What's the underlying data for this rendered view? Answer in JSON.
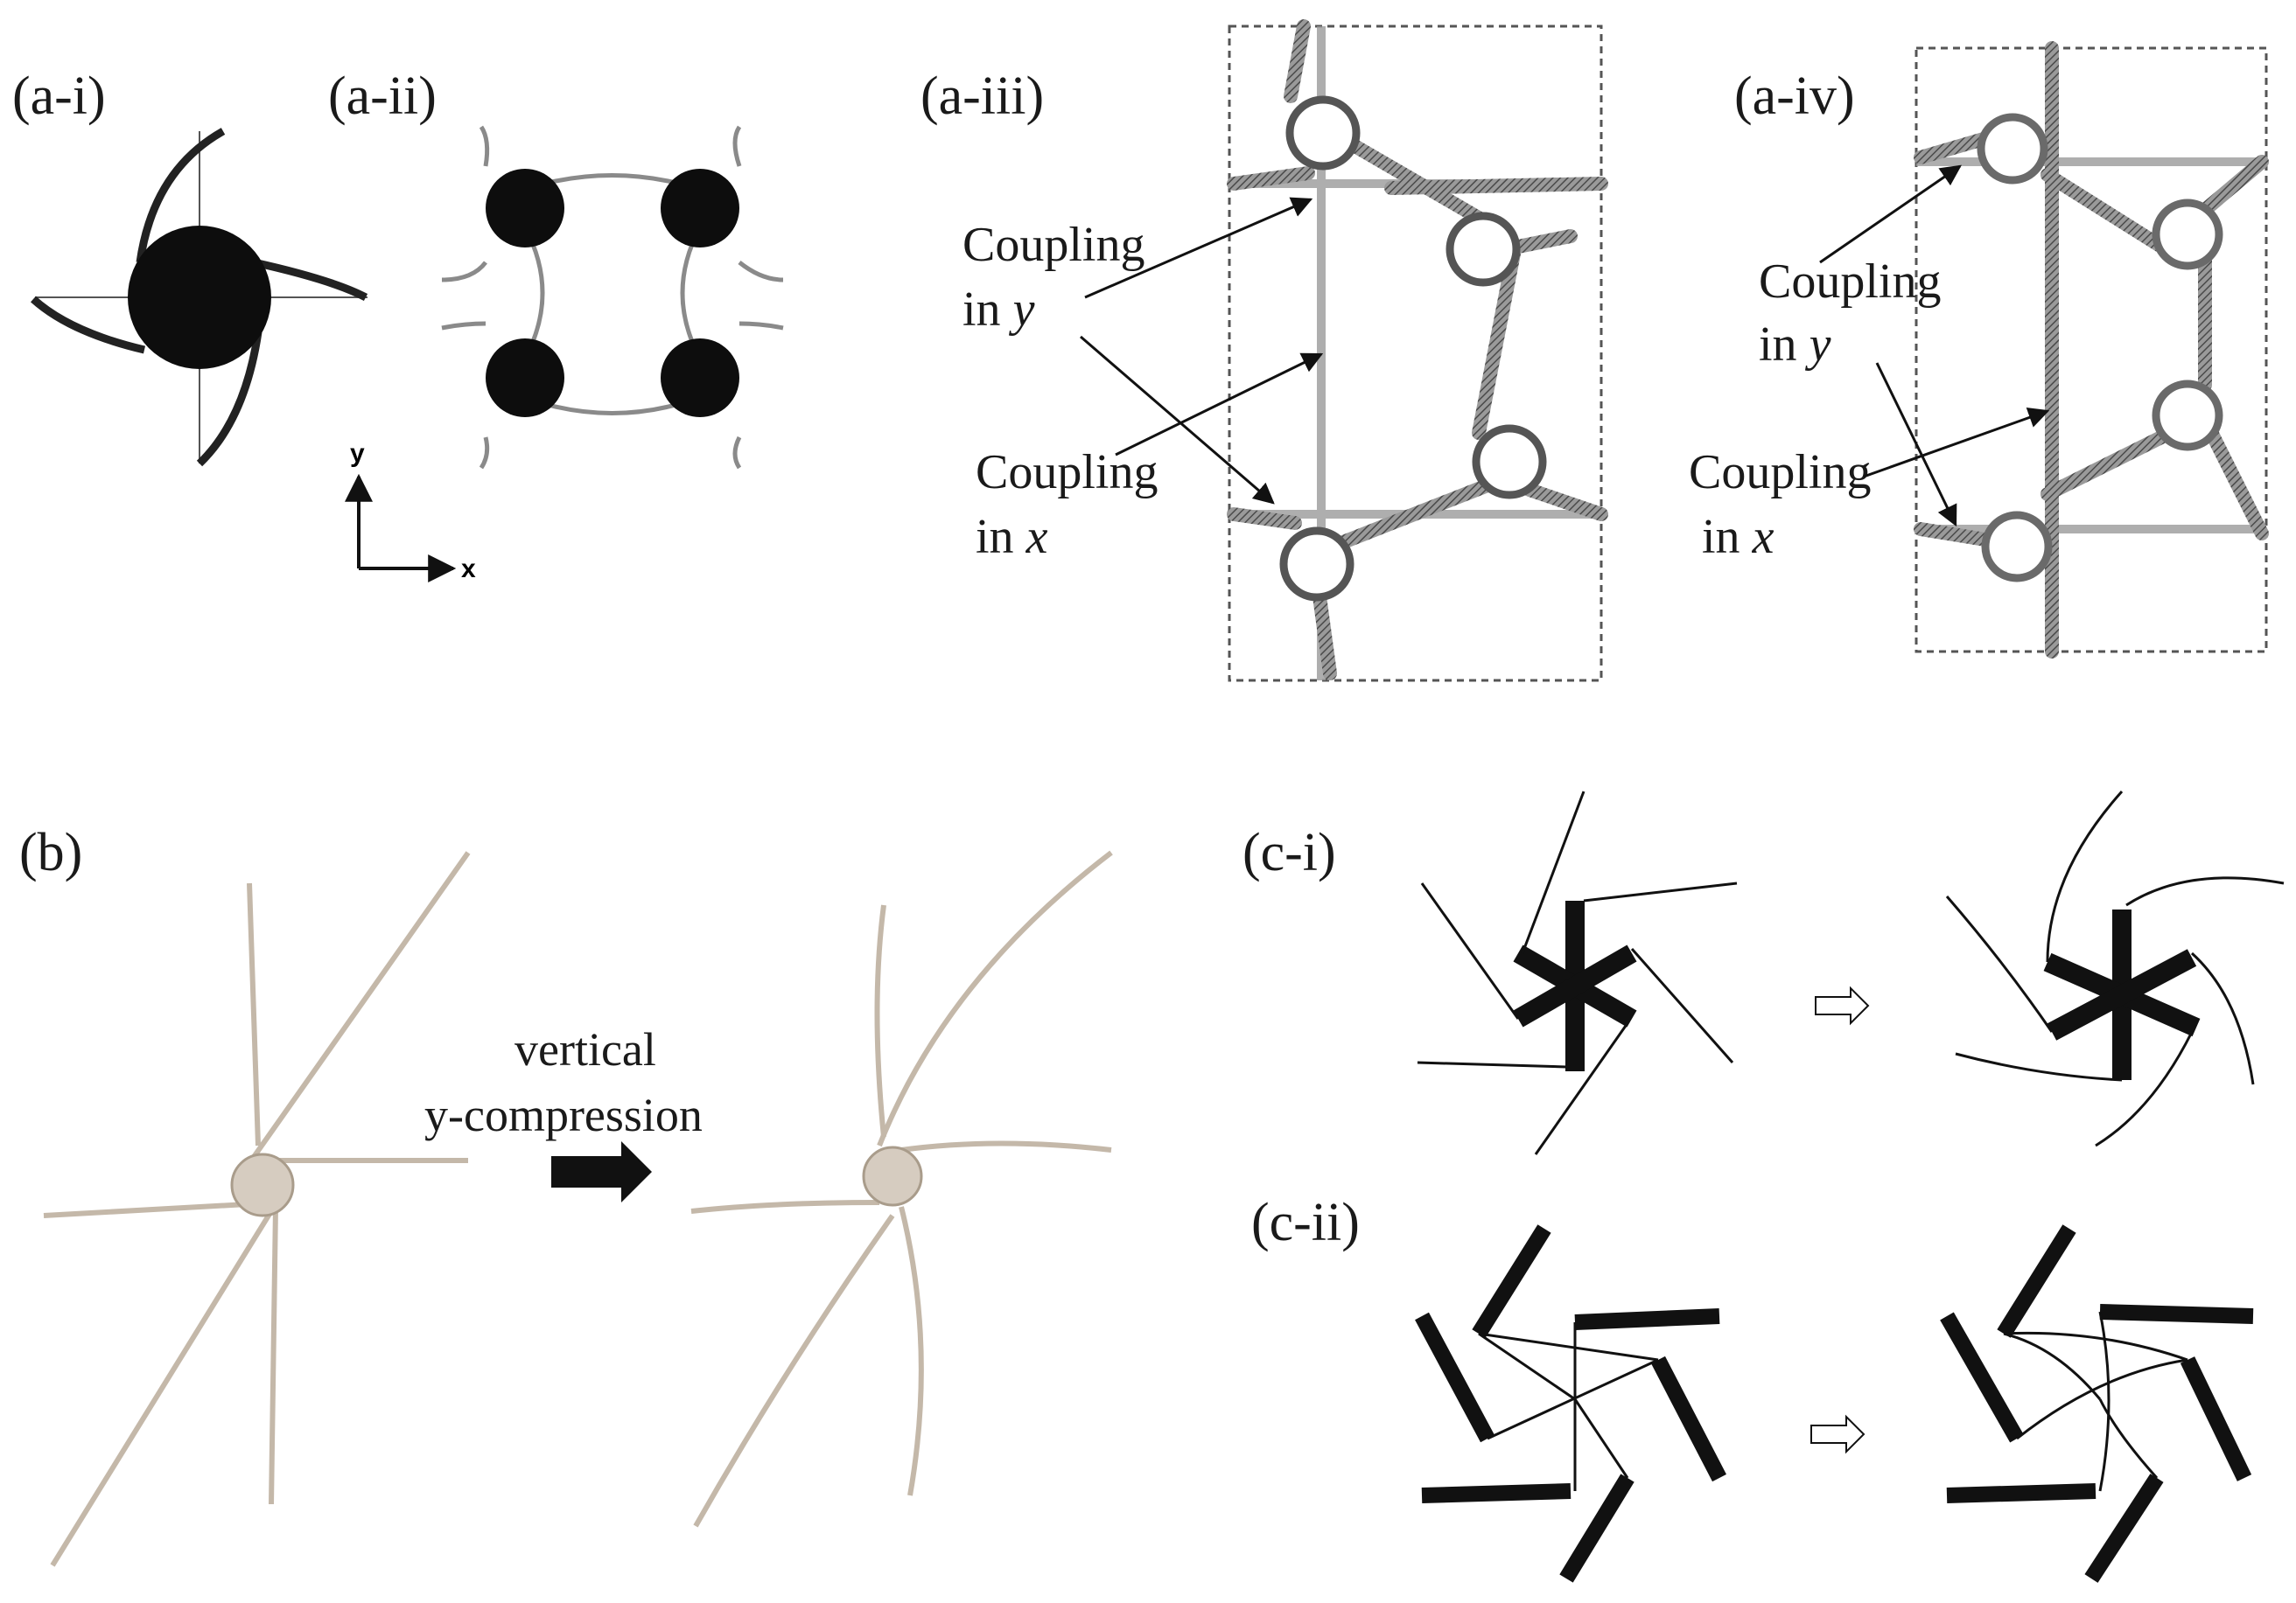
{
  "panels": {
    "a_i": {
      "label": "(a-i)"
    },
    "a_ii": {
      "label": "(a-ii)",
      "axis_y": "y",
      "axis_x": "x"
    },
    "a_iii": {
      "label": "(a-iii)",
      "coupling_y": {
        "line1": "Coupling",
        "line2_prefix": "in ",
        "line2_var": "y"
      },
      "coupling_x": {
        "line1": "Coupling",
        "line2_prefix": "in ",
        "line2_var": "x"
      }
    },
    "a_iv": {
      "label": "(a-iv)",
      "coupling_y": {
        "line1": "Coupling",
        "line2_prefix": "in ",
        "line2_var": "y"
      },
      "coupling_x": {
        "line1": "Coupling",
        "line2_prefix": "in ",
        "line2_var": "x"
      }
    },
    "b": {
      "label": "(b)",
      "arrow_line1": "vertical",
      "arrow_line2": "y-compression"
    },
    "c_i": {
      "label": "(c-i)"
    },
    "c_ii": {
      "label": "(c-ii)"
    }
  },
  "colors": {
    "ink": "#111111",
    "ligament_gray": "#8a8a8a",
    "hatched_gray": "#6e6e6e",
    "beige_ligament": "#c8bcae",
    "node_fill": "#cfc6ba"
  }
}
